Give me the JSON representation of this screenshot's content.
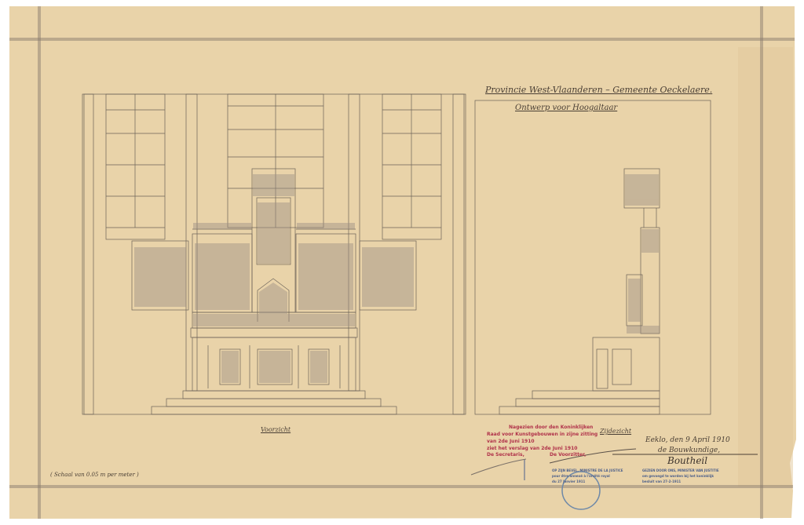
{
  "title": {
    "line1": "Provincie West-Vlaanderen – Gemeente Oeckelaere.",
    "line2": "Ontwerp voor Hoogaltaar"
  },
  "views": {
    "front": "Voorzicht",
    "side": "Zijdezicht"
  },
  "scale": "( Schaal van 0.05 m per meter )",
  "signature_block": {
    "place_date": "Eeklo, den 9 April 1910",
    "role": "de Bouwkundige,",
    "signature": "Boutheil"
  },
  "red_stamp": {
    "line1": "Nagezien door den Koninklijken",
    "line2": "Raad voor Kunstgebouwen in zijne zitting",
    "line3": "van 2de Juni 1910",
    "line4": "ziet het verslag van 2de Juni 1910",
    "secretary": "De Secretaris,",
    "chair": "De Voorzitter,"
  },
  "blue_stamps": {
    "left_line1": "OP ZIJN BEVEL, MINISTRE DE LA JUSTICE",
    "left_line2": "pour être annexé à l'arrêté royal",
    "left_line3": "du 27 Janvier 1911",
    "right_line1": "GEZIEN DOOR ONS, MINISTER VAN JUSTITIE",
    "right_line2": "om gevoegd te worden bij het koninklijk",
    "right_line3": "besluit van 27-2-1911"
  },
  "colors": {
    "paper": "#e9d3a9",
    "ink": "#5a5048",
    "red_stamp": "#b0324a",
    "blue_stamp": "#4c5f8a"
  }
}
